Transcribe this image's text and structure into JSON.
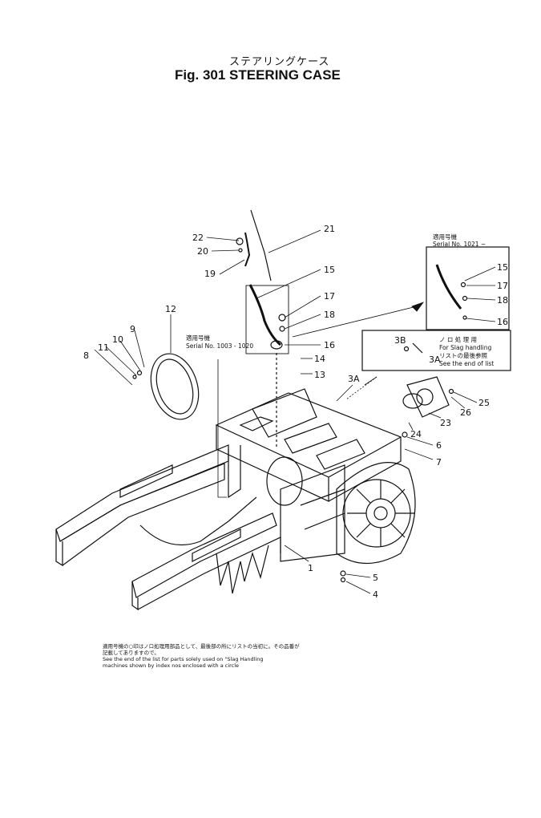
{
  "title": {
    "japanese": "ステアリングケース",
    "english": "Fig. 301  STEERING CASE"
  },
  "callouts": {
    "n1": "1",
    "n4": "4",
    "n5": "5",
    "n6": "6",
    "n7": "7",
    "n8": "8",
    "n9": "9",
    "n10": "10",
    "n11": "11",
    "n12": "12",
    "n13": "13",
    "n14": "14",
    "n15": "15",
    "n16": "16",
    "n17": "17",
    "n18": "18",
    "n19": "19",
    "n20": "20",
    "n21": "21",
    "n22": "22",
    "n23": "23",
    "n24": "24",
    "n25": "25",
    "n26": "26",
    "n3A": "3A",
    "n3B": "3B",
    "n3A_lower": "3A",
    "inset_15": "15",
    "inset_16": "16",
    "inset_17": "17",
    "inset_18": "18"
  },
  "serial_left": {
    "jp": "適用号機",
    "en": "Serial No. 1003 - 1020"
  },
  "serial_right": {
    "jp": "適用号機",
    "en": "Serial No. 1021 ~"
  },
  "slag_box": {
    "line1": "ノ  ロ  処  理  用",
    "line2": "For Slag handling",
    "line3": "リストの最後参照",
    "line4": "See the end of list"
  },
  "footnote": {
    "line1": "適用号機の○印はノロ処理用部品として、最後部の所にリストの当初に。その品番が",
    "line2": "記載してありますので。",
    "line3": "See the end of the list for parts solely used on \"Slag Handling",
    "line4": "machines shown by index nos enclosed with a circle"
  }
}
